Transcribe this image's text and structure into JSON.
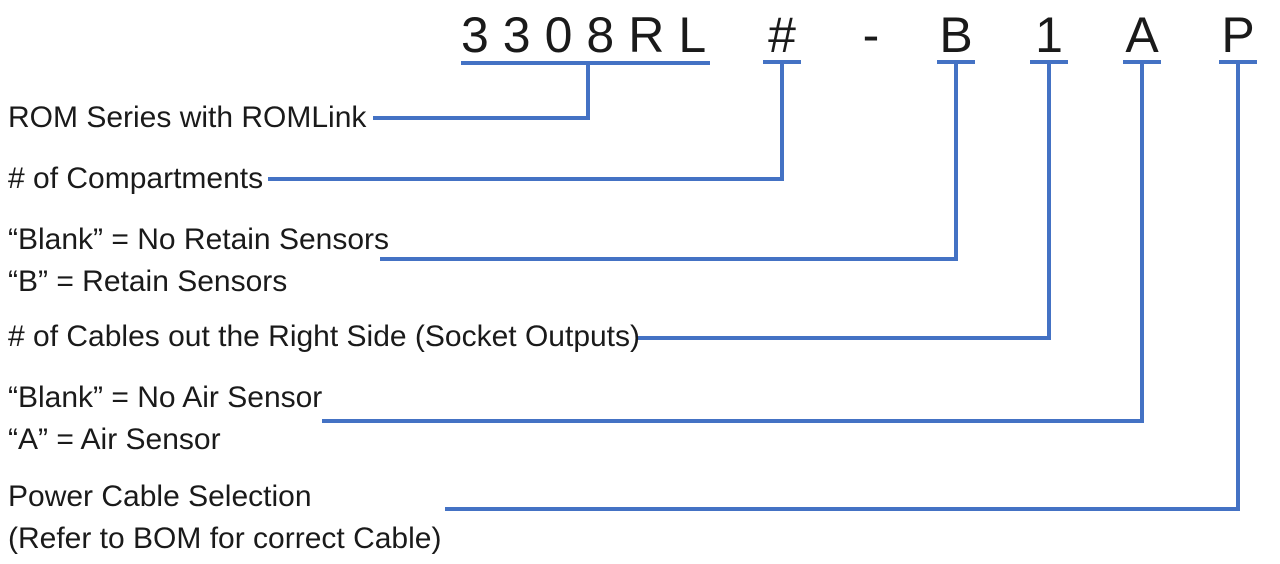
{
  "part_code": {
    "series": "3308RL",
    "compartments": "#",
    "separator": "-",
    "retain_sensors": "B",
    "cables_right": "1",
    "air_sensor": "A",
    "power_cable": "P"
  },
  "labels": {
    "rom_series": "ROM Series with ROMLink",
    "compartments": "# of Compartments",
    "retain_blank": "“Blank” = No Retain Sensors",
    "retain_b": "“B” = Retain Sensors",
    "cables": "# of Cables out the Right Side (Socket Outputs)",
    "air_blank": "“Blank” = No Air Sensor",
    "air_a": "“A” = Air Sensor",
    "power_line1": "Power Cable Selection",
    "power_line2": "(Refer to BOM for correct Cable)"
  },
  "colors": {
    "leader_line": "#4472C4",
    "text": "#1a1a1a",
    "background": "#ffffff"
  }
}
